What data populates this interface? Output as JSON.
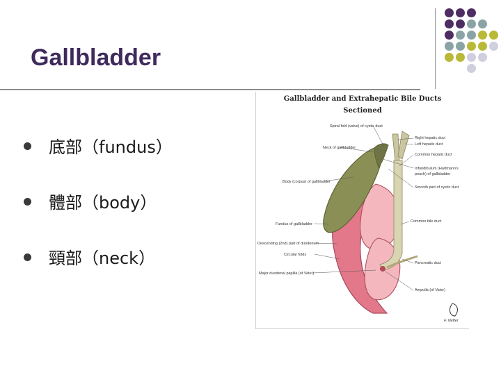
{
  "slide": {
    "title": "Gallbladder",
    "bullets": [
      "底部（fundus）",
      "體部（body）",
      "頸部（neck）"
    ]
  },
  "figure": {
    "title": "Gallbladder and Extrahepatic Bile Ducts",
    "subtitle": "Sectioned",
    "labels_left": [
      "Spiral fold (valve) of cystic duct",
      "Neck of gallbladder",
      "Body (corpus) of gallbladder",
      "Fundus of gallbladder",
      "Descending (2nd) part of duodenum",
      "Circular folds",
      "Major duodenal papilla (of Vater)"
    ],
    "labels_right": [
      "Right hepatic duct",
      "Left hepatic duct",
      "Common hepatic duct",
      "Infundibulum (Hartmann's pouch) of gallbladder",
      "Smooth part of cystic duct",
      "Common bile duct",
      "Pancreatic duct",
      "Ampulla (of Vater)"
    ],
    "signature": "F. Netter"
  },
  "colors": {
    "title": "#3f2a5c",
    "dot_purple": "#4e2d62",
    "dot_teal": "#8aa4a6",
    "dot_olive": "#b9b938",
    "dot_lavender": "#cfcfe0"
  }
}
